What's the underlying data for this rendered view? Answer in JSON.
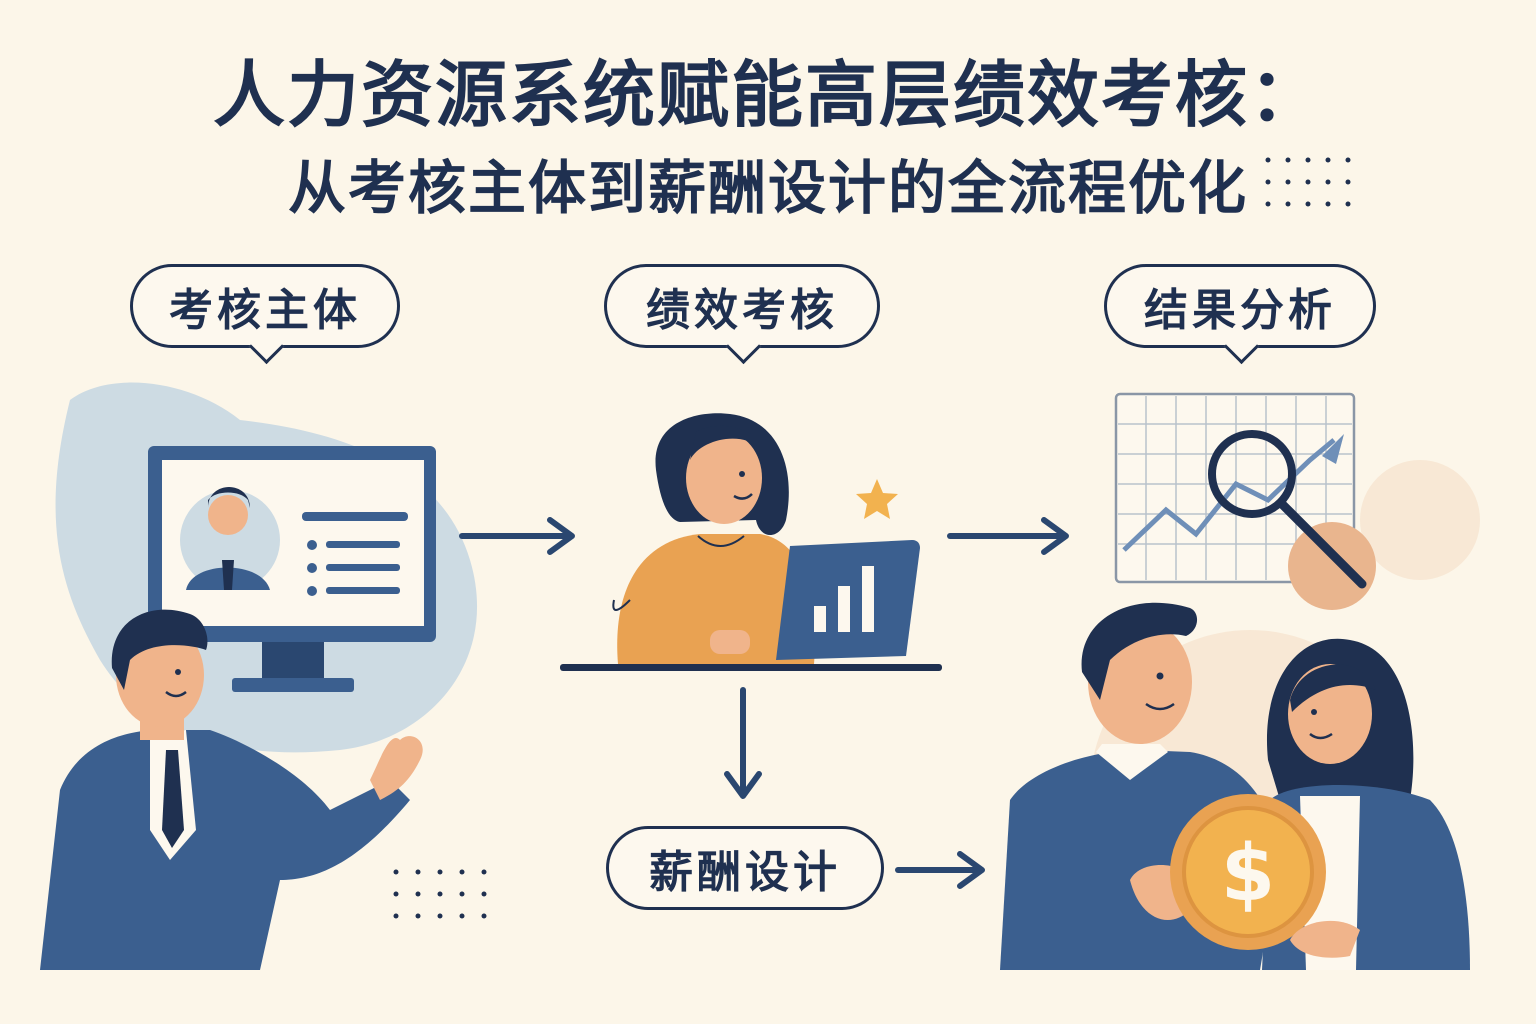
{
  "title": {
    "line1": "人力资源系统赋能高层绩效考核：",
    "line2": "从考核主体到薪酬设计的全流程优化"
  },
  "steps": {
    "assessment_subject": "考核主体",
    "performance_assessment": "绩效考核",
    "result_analysis": "结果分析",
    "compensation_design": "薪酬设计"
  },
  "icons": {
    "currency": "$"
  },
  "colors": {
    "background": "#fcf6e9",
    "navy": "#1f3050",
    "blue": "#3b5f8f",
    "orange": "#e9a252",
    "gold": "#f2b24f"
  }
}
